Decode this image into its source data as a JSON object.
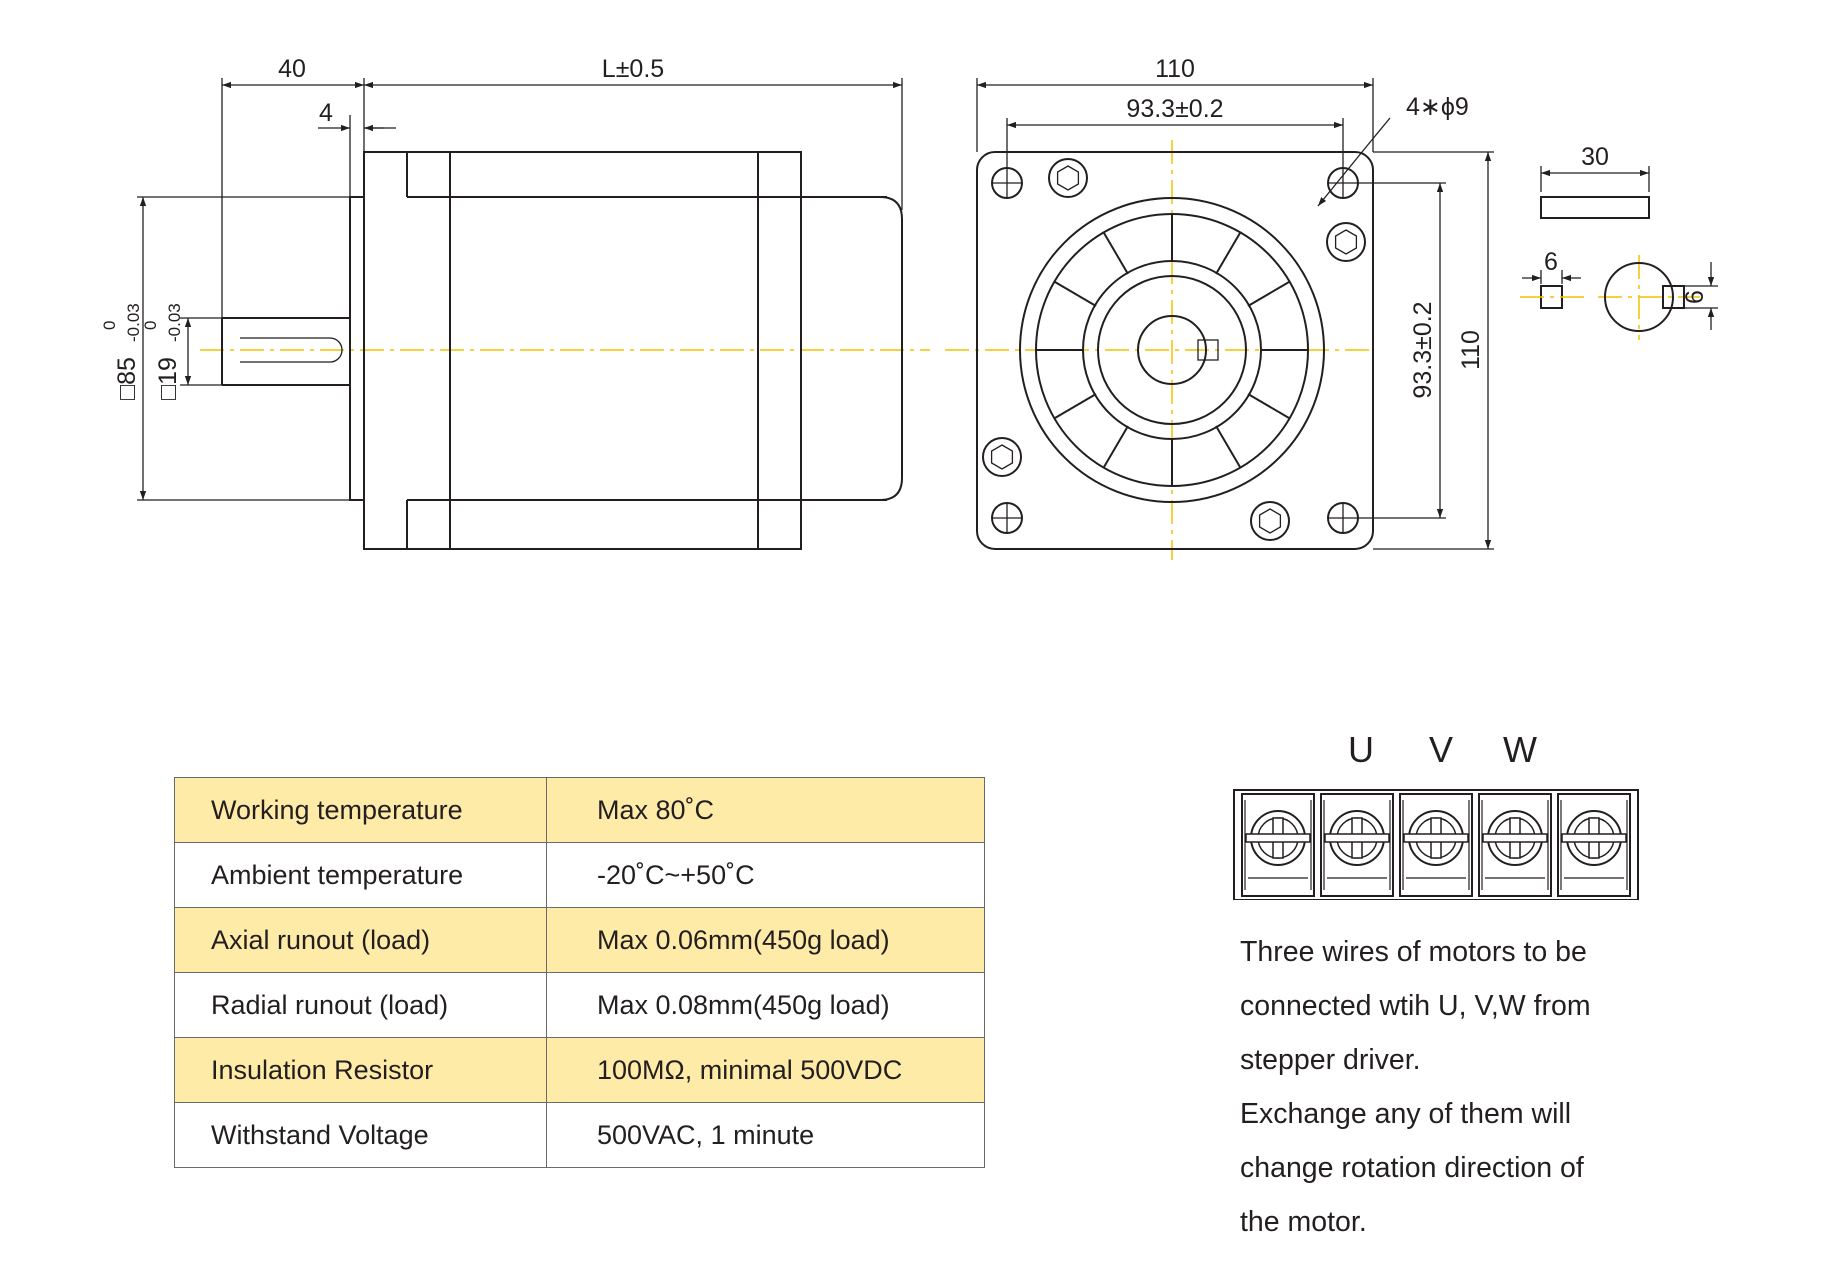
{
  "drawing": {
    "side_view": {
      "dim_shaft_length": "40",
      "dim_body_length": "L±0.5",
      "dim_boss_depth": "4",
      "dim_body_square": "□85",
      "dim_body_square_tol_upper": "0",
      "dim_body_square_tol_lower": "-0.03",
      "dim_shaft_dia": "□19",
      "dim_shaft_dia_tol_upper": "0",
      "dim_shaft_dia_tol_lower": "-0.03"
    },
    "front_view": {
      "dim_width": "110",
      "dim_hole_spacing_h": "93.3±0.2",
      "dim_holes": "4∗ϕ9",
      "dim_hole_spacing_v": "93.3±0.2",
      "dim_height": "110"
    },
    "key_detail": {
      "dim_key_length": "30",
      "dim_key_width": "6",
      "dim_key_height": "6"
    }
  },
  "spec_table": {
    "rows": [
      {
        "label": "Working temperature",
        "value": "Max 80˚C"
      },
      {
        "label": "Ambient temperature",
        "value": "-20˚C~+50˚C"
      },
      {
        "label": "Axial runout (load)",
        "value": "Max 0.06mm(450g load)"
      },
      {
        "label": "Radial runout (load)",
        "value": "Max 0.08mm(450g load)"
      },
      {
        "label": "Insulation Resistor",
        "value": "100MΩ,  minimal 500VDC"
      },
      {
        "label": "Withstand Voltage",
        "value": "500VAC,  1 minute"
      }
    ],
    "highlight_color": "#ffeba8"
  },
  "terminal": {
    "labels": [
      "U",
      "V",
      "W"
    ]
  },
  "note": {
    "lines": [
      "Three wires of  motors to be",
      "connected wtih U, V,W from",
      "stepper driver.",
      "Exchange any of them will",
      "change rotation direction of",
      "the motor."
    ]
  }
}
